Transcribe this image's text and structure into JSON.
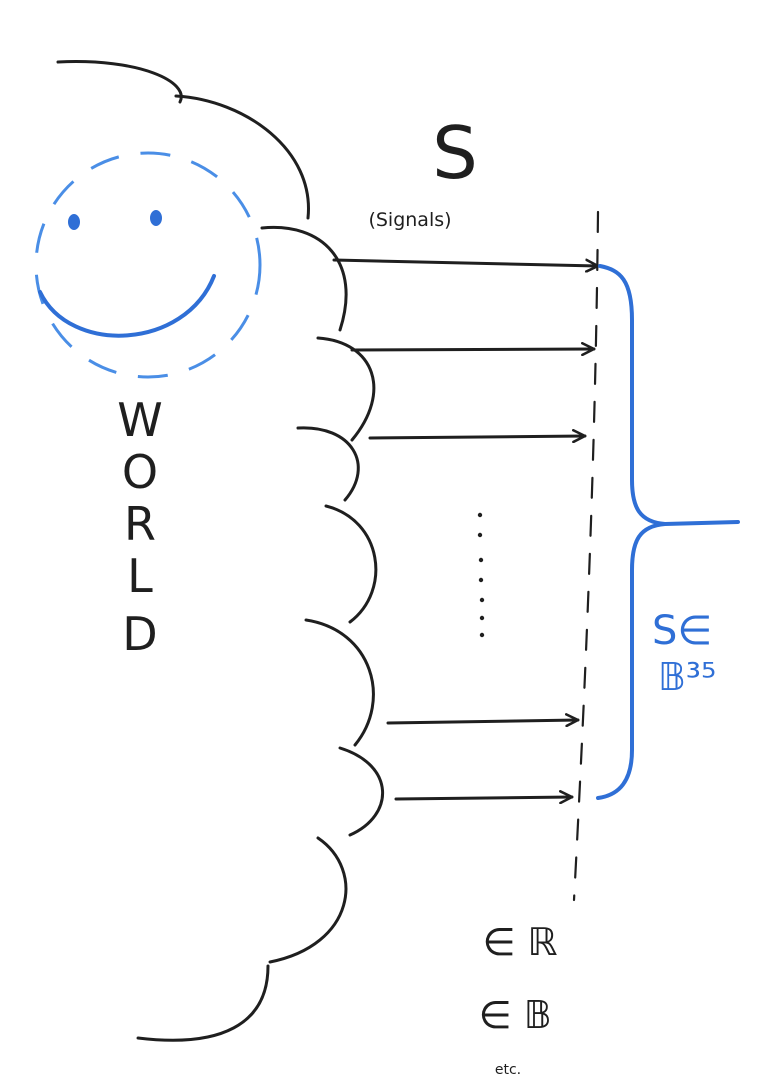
{
  "diagram": {
    "signals_title": "S",
    "signals_subtitle": "(Signals)",
    "world_label": [
      "W",
      "O",
      "R",
      "L",
      "D"
    ],
    "ellipsis": "⋮",
    "set_label_line1": "S∈",
    "set_label_line2": "𝔹³⁵",
    "domain_real": "∈ ℝ",
    "domain_bool": "∈ 𝔹",
    "etc": "etc.",
    "colors": {
      "ink": "#1f1f1f",
      "blue": "#2f6fd6"
    }
  }
}
